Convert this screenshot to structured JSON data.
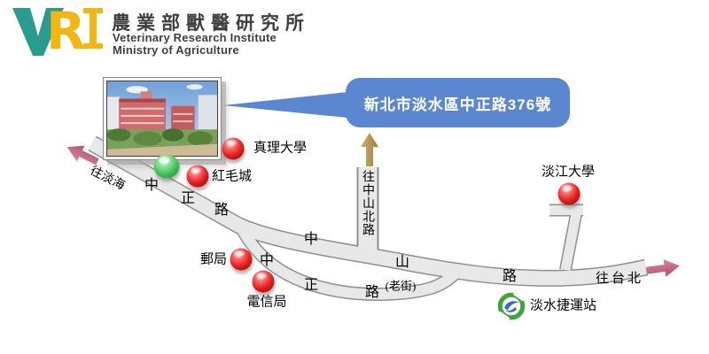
{
  "header": {
    "logo_letters": {
      "v": "V",
      "r": "R",
      "i": "I"
    },
    "title_zh": "農業部獸醫研究所",
    "subtitle_en1": "Veterinary Research Institute",
    "subtitle_en2": "Ministry of Agriculture"
  },
  "callout": {
    "address": "新北市淡水區中正路376號"
  },
  "map": {
    "roads": {
      "zhongzheng_west": [
        "中",
        "正",
        "路"
      ],
      "zhongshan": [
        "中",
        "山",
        "路"
      ],
      "old_street": [
        "中",
        "正",
        "路"
      ],
      "old_street_suffix": "(老街)",
      "to_zhongshan_north": "往中山北路",
      "to_tanhai": "往淡海",
      "to_taipei": "往台北"
    },
    "landmarks": {
      "aletheia_university": "真理大學",
      "fort_san_domingo": "紅毛城",
      "post_office": "郵局",
      "telecom_office": "電信局",
      "tamkang_university": "淡江大學",
      "tamsui_mrt_station": "淡水捷運站"
    }
  },
  "colors": {
    "logo_teal": "#2a9c8e",
    "logo_yellow": "#f3b513",
    "callout_blue": "#5b86d0",
    "road_fill": "#e8e8e8",
    "road_border": "#8f8f8f",
    "marker_red": "#e02020",
    "marker_green": "#3dbb55",
    "arrow_pink": "#c2617e",
    "arrow_tan": "#c3a35f"
  }
}
